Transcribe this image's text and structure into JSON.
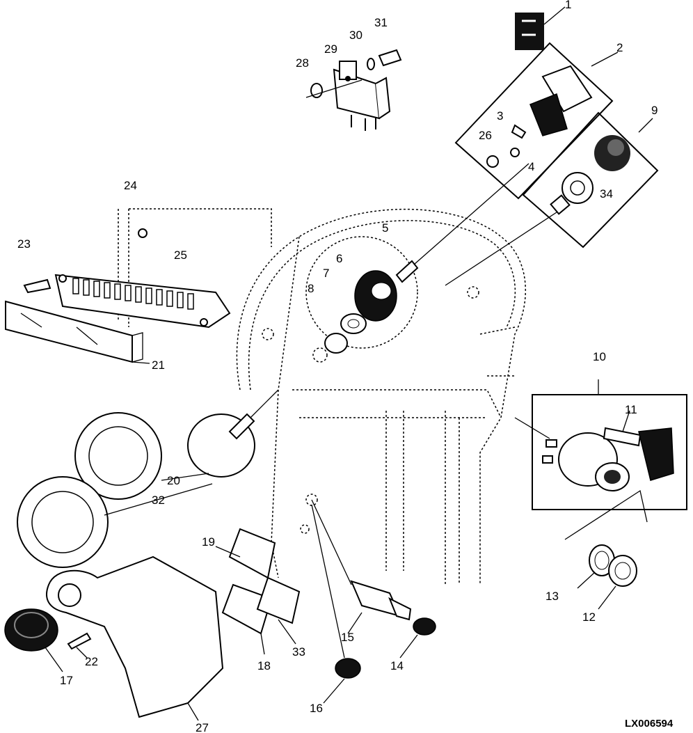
{
  "figure_code": "LX006594",
  "callouts": [
    "1",
    "2",
    "3",
    "4",
    "5",
    "6",
    "7",
    "8",
    "9",
    "10",
    "11",
    "12",
    "13",
    "14",
    "15",
    "16",
    "17",
    "18",
    "19",
    "20",
    "21",
    "22",
    "23",
    "24",
    "25",
    "26",
    "27",
    "28",
    "29",
    "30",
    "31",
    "32",
    "33",
    "34"
  ]
}
